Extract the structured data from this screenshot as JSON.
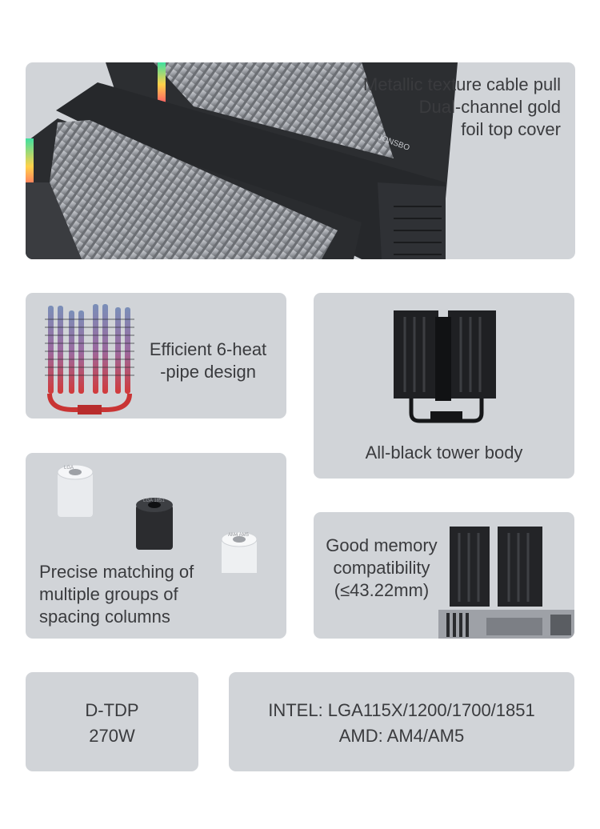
{
  "hero": {
    "line1": "Metallic texture cable pull",
    "line2": "Dual-channel gold",
    "line3": "foil top cover",
    "brand": "JONSBO"
  },
  "heatpipe": {
    "line1": "Efficient 6-heat",
    "line2": "-pipe design"
  },
  "tower": {
    "caption": "All-black tower body"
  },
  "spacing": {
    "line1": "Precise matching of",
    "line2": "multiple groups of",
    "line3": "spacing columns",
    "spacer_labels": [
      "LGA",
      "LGA 1851",
      "AM4 AM5"
    ]
  },
  "memory": {
    "line1": "Good memory",
    "line2": "compatibility",
    "line3": "(≤43.22mm)"
  },
  "tdp": {
    "line1": "D-TDP",
    "line2": "270W"
  },
  "sockets": {
    "line1": "INTEL: LGA115X/1200/1700/1851",
    "line2": "AMD: AM4/AM5"
  }
}
